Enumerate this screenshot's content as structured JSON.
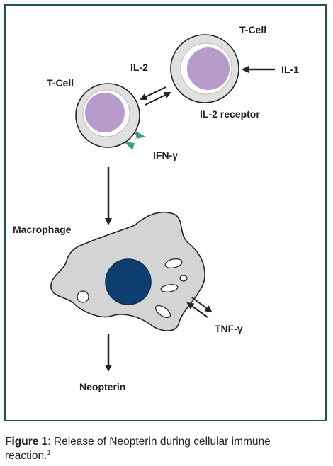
{
  "colors": {
    "frame": "#1f5160",
    "cell_fill": "#e0e0e0",
    "tcell_nucleus": "#b79ccb",
    "macrophage_fill": "#d4d4d4",
    "macrophage_nucleus": "#0f3f70",
    "receptor_triangle": "#3aa07c",
    "arrow": "#222222"
  },
  "labels": {
    "tcell_right": "T-Cell",
    "tcell_left": "T-Cell",
    "il2": "IL-2",
    "il1": "IL-1",
    "il2_receptor": "IL-2 receptor",
    "ifn": "IFN-γ",
    "macrophage": "Macrophage",
    "tnf": "TNF-γ",
    "neopterin": "Neopterin"
  },
  "caption": {
    "label": "Figure 1",
    "text": ": Release of Neopterin during cellular immune reaction.",
    "ref": "1"
  }
}
